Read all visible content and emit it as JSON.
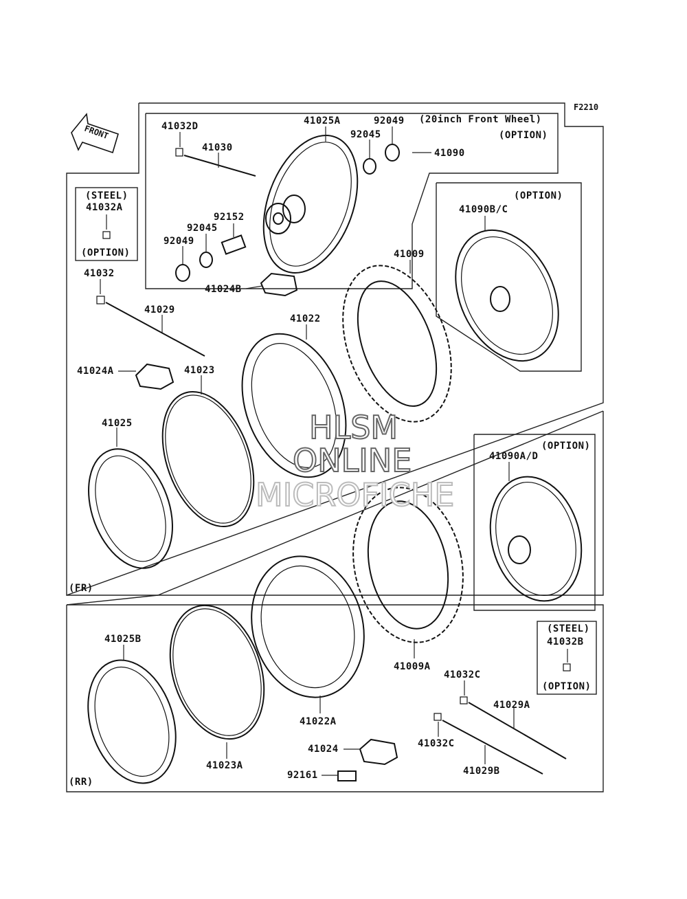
{
  "figure_id": "F2210",
  "front_arrow": {
    "label": "FRONT"
  },
  "section_labels": {
    "front": "(FR)",
    "rear": "(RR)"
  },
  "option_boxes": {
    "front_wheel_20": {
      "line1": "(20inch Front Wheel)",
      "line2": "(OPTION)"
    },
    "spoked_bc": {
      "option": "(OPTION)"
    },
    "spoked_ad": {
      "option": "(OPTION)"
    },
    "steel_a": {
      "top": "(STEEL)",
      "bottom": "(OPTION)"
    },
    "steel_b": {
      "top": "(STEEL)",
      "bottom": "(OPTION)"
    }
  },
  "parts": {
    "p41032D": "41032D",
    "p41030": "41030",
    "p41025A": "41025A",
    "p92049_top": "92049",
    "p92045_top": "92045",
    "p41090": "41090",
    "p41032A": "41032A",
    "p92152": "92152",
    "p92045_left": "92045",
    "p92049_left": "92049",
    "p41024B": "41024B",
    "p41032": "41032",
    "p41029": "41029",
    "p41090BC": "41090B/C",
    "p41009": "41009",
    "p41022": "41022",
    "p41024A": "41024A",
    "p41023": "41023",
    "p41025": "41025",
    "p41090AD": "41090A/D",
    "p41009A": "41009A",
    "p41032B": "41032B",
    "p41025B": "41025B",
    "p41022A": "41022A",
    "p41032C_top": "41032C",
    "p41029A": "41029A",
    "p41024": "41024",
    "p41032C_bottom": "41032C",
    "p41029B": "41029B",
    "p41023A": "41023A",
    "p92161": "92161"
  },
  "watermark": {
    "line1": "HLSM",
    "line2": "ONLINE",
    "line3": "MICROFICHE"
  }
}
